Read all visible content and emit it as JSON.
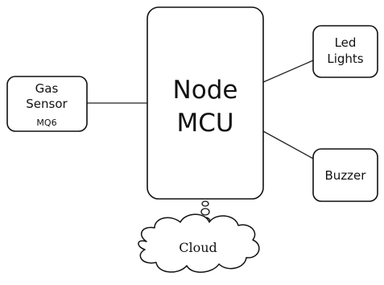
{
  "nodes": {
    "gas_sensor": {
      "line1": "Gas",
      "line2": "Sensor",
      "line3": "MQ6"
    },
    "node_mcu": {
      "line1": "Node",
      "line2": "MCU"
    },
    "led_lights": {
      "line1": "Led",
      "line2": "Lights"
    },
    "buzzer": {
      "line1": "Buzzer"
    },
    "cloud": {
      "label": "Cloud"
    }
  },
  "connections": [
    {
      "from": "gas_sensor",
      "to": "node_mcu"
    },
    {
      "from": "node_mcu",
      "to": "led_lights"
    },
    {
      "from": "node_mcu",
      "to": "buzzer"
    },
    {
      "from": "node_mcu",
      "to": "cloud"
    }
  ],
  "colors": {
    "stroke": "#111111",
    "background": "#ffffff"
  }
}
